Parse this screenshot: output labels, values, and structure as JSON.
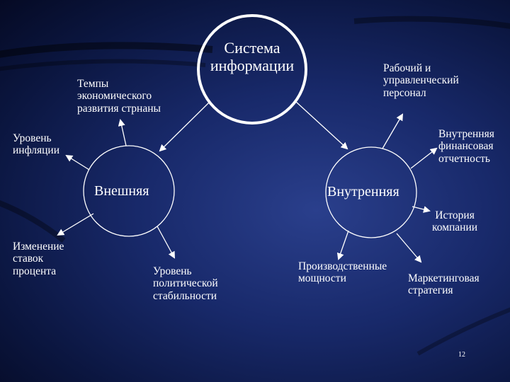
{
  "slide": {
    "center": "Система\nинформации",
    "external": "Внешняя",
    "internal": "Внутренняя",
    "external_factors": {
      "growth_rate": "Темпы\nэкономического\nразвития стрнаны",
      "inflation": "Уровень\nинфляции",
      "interest_rate": "Изменение\nставок\nпроцента",
      "political_stability": "Уровень\nполитической\nстабильности"
    },
    "internal_factors": {
      "personnel": "Рабочий и\nуправленческий\nперсонал",
      "financial_reporting": "Внутренняя\nфинансовая\nотчетность",
      "company_history": "История\nкомпании",
      "production_capacity": "Производственные\nмощности",
      "marketing_strategy": "Маркетинговая\nстратегия"
    },
    "page_number": "12"
  },
  "colors": {
    "line": "#ffffff",
    "background": "#18296a",
    "text": "#ffffff"
  }
}
